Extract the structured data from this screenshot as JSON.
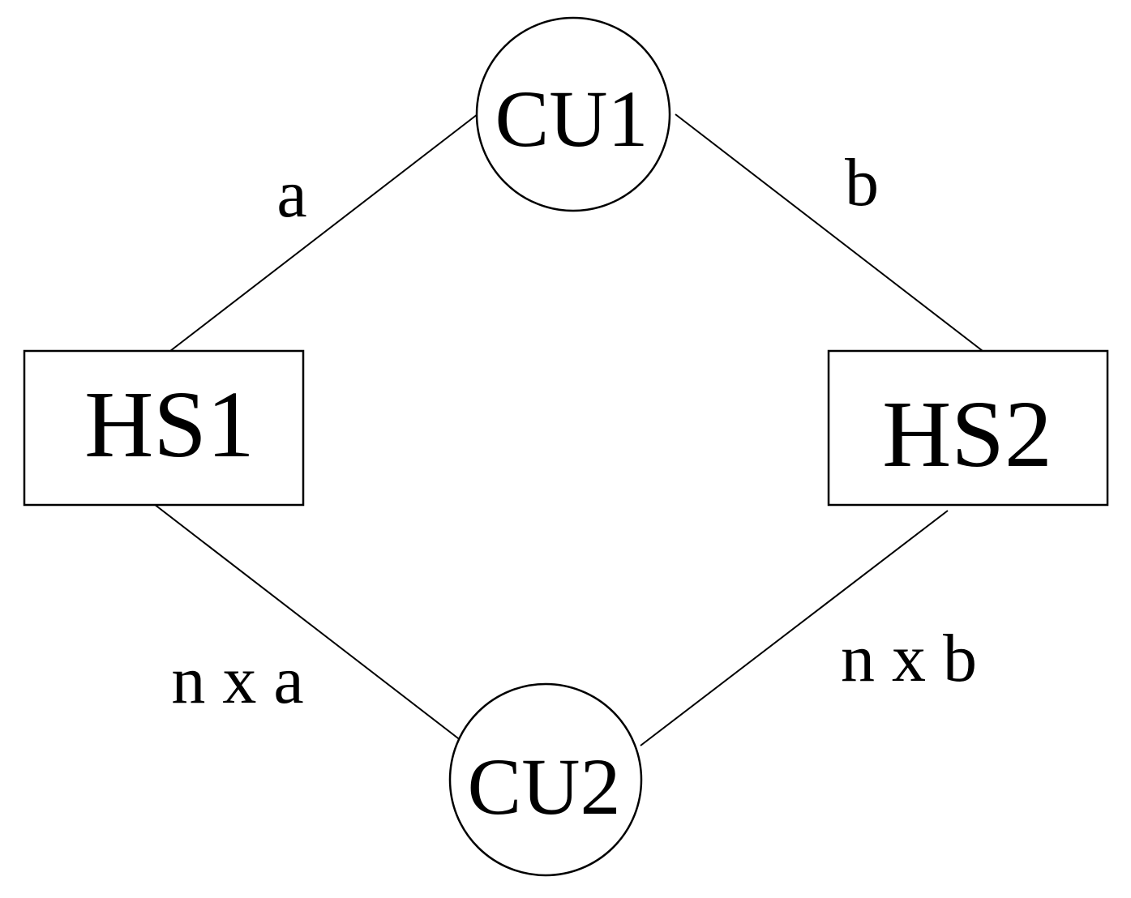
{
  "nodes": {
    "cu1": {
      "label": "CU1"
    },
    "cu2": {
      "label": "CU2"
    },
    "hs1": {
      "label": "HS1"
    },
    "hs2": {
      "label": "HS2"
    }
  },
  "edges": {
    "hs1_cu1": {
      "label": "a"
    },
    "cu1_hs2": {
      "label": "b"
    },
    "hs1_cu2": {
      "label": "n x a"
    },
    "cu2_hs2": {
      "label": "n x b"
    }
  }
}
